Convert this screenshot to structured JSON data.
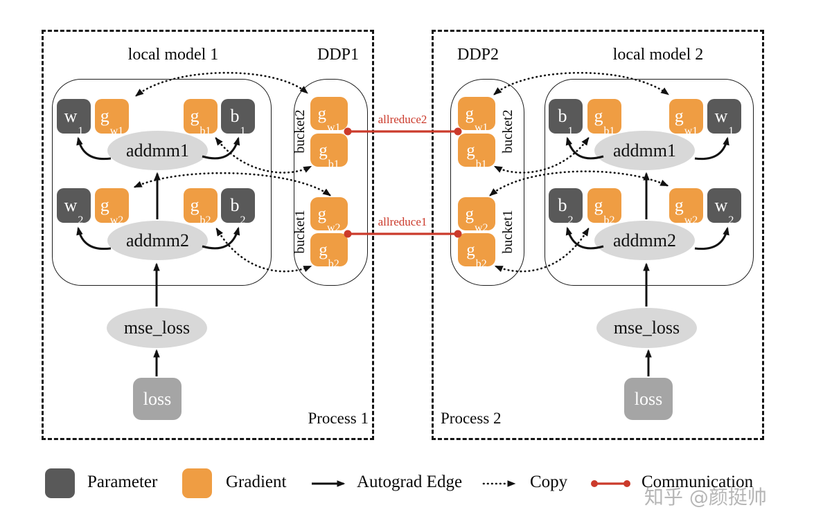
{
  "colors": {
    "parameter": "#595959",
    "gradient": "#EF9D43",
    "operator": "#D8D8D8",
    "loss": "#A5A5A5",
    "communication": "#CB3A2B"
  },
  "titles": {
    "p1_model": "local model 1",
    "p1_ddp": "DDP1",
    "p2_ddp": "DDP2",
    "p2_model": "local model 2",
    "p1_process": "Process 1",
    "p2_process": "Process 2"
  },
  "nodes": {
    "w1": {
      "base": "w",
      "sub": "1"
    },
    "gw1": {
      "base": "g",
      "sub": "w1"
    },
    "gb1": {
      "base": "g",
      "sub": "b1"
    },
    "b1": {
      "base": "b",
      "sub": "1"
    },
    "w2": {
      "base": "w",
      "sub": "2"
    },
    "gw2": {
      "base": "g",
      "sub": "w2"
    },
    "gb2": {
      "base": "g",
      "sub": "b2"
    },
    "b2": {
      "base": "b",
      "sub": "2"
    },
    "addmm1": "addmm1",
    "addmm2": "addmm2",
    "mse_loss": "mse_loss",
    "loss": "loss"
  },
  "buckets": {
    "bucket1": "bucket1",
    "bucket2": "bucket2"
  },
  "comm": {
    "allreduce1": "allreduce1",
    "allreduce2": "allreduce2"
  },
  "legend": [
    {
      "label": "Parameter"
    },
    {
      "label": "Gradient"
    },
    {
      "label": "Autograd Edge"
    },
    {
      "label": "Copy"
    },
    {
      "label": "Communication"
    }
  ],
  "watermark": "知乎 @颜挺帅"
}
